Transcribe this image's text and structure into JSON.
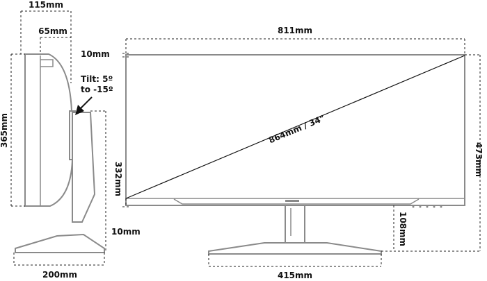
{
  "labels": {
    "side_depth_total": "115mm",
    "side_depth_panel": "65mm",
    "side_height": "365mm",
    "side_stand_height": "332mm",
    "side_base_width": "200mm",
    "bottom_bezel": "10mm",
    "tilt_line1": "Tilt: 5º",
    "tilt_line2": "to -15º",
    "front_width": "811mm",
    "top_bezel": "10mm",
    "diagonal": "864mm / 34\"",
    "front_total_height": "473mm",
    "front_stand_height": "108mm",
    "front_base_width": "415mm"
  },
  "colors": {
    "outline": "#8a8a8a",
    "dimension_line": "#222222",
    "text": "#111111"
  }
}
